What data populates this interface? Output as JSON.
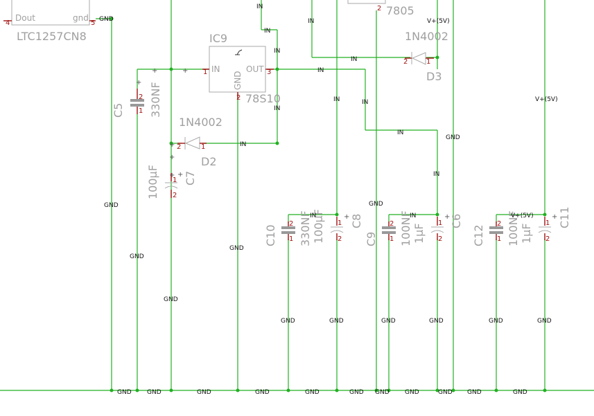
{
  "components": {
    "ic_top": {
      "name": "LTC1257CN8",
      "pin_dout": "Dout",
      "pin_gnd": "gnd",
      "pin4": "4",
      "pin5": "5"
    },
    "regulator_7805": {
      "value": "7805",
      "pin2": "2"
    },
    "ic9": {
      "name": "IC9",
      "value": "78S10",
      "pin_in": "IN",
      "pin_gnd": "GND",
      "pin_out": "OUT",
      "pin1": "1",
      "pin2": "2",
      "pin3": "3"
    },
    "d3": {
      "name": "D3",
      "value": "1N4002",
      "pin1": "1",
      "pin2": "2"
    },
    "d2": {
      "name": "D2",
      "value": "1N4002",
      "pin1": "1",
      "pin2": "2"
    },
    "c5": {
      "name": "C5",
      "value": "330NF",
      "pin1": "1",
      "pin2": "2"
    },
    "c7": {
      "name": "C7",
      "value": "100µF",
      "pin1": "1",
      "pin2": "2"
    },
    "c10": {
      "name": "C10",
      "value": "330NF",
      "pin1": "1",
      "pin2": "2"
    },
    "c8": {
      "name": "C8",
      "value": "100µF",
      "pin1": "1",
      "pin2": "2"
    },
    "c9": {
      "name": "C9",
      "value": "100NF",
      "pin1": "1",
      "pin2": "2"
    },
    "c6": {
      "name": "C6",
      "value": "1µF",
      "pin1": "1",
      "pin2": "2"
    },
    "c12": {
      "name": "C12",
      "value": "100NF",
      "pin1": "1",
      "pin2": "2"
    },
    "c11": {
      "name": "C11",
      "value": "1µF",
      "pin1": "1",
      "pin2": "2"
    }
  },
  "nets": {
    "gnd": "GND",
    "in": "IN",
    "v5": "V+(5V)"
  }
}
